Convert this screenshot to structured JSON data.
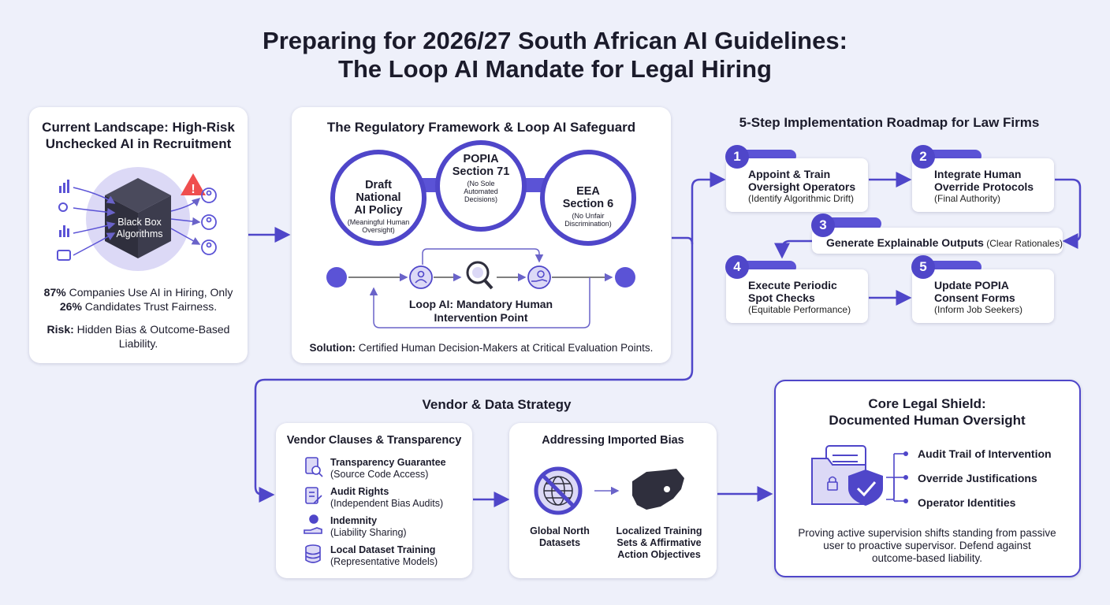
{
  "header": {
    "title_line1": "Preparing for 2026/27 South African AI Guidelines:",
    "title_line2": "The Loop AI Mandate for Legal Hiring"
  },
  "landscape": {
    "title_line1": "Current Landscape: High-Risk",
    "title_line2": "Unchecked AI in Recruitment",
    "black_box_line1": "Black Box",
    "black_box_line2": "Algorithms",
    "stat1_pct": "87%",
    "stat1_text": " Companies Use AI in Hiring, Only",
    "stat2_pct": "26%",
    "stat2_text": " Candidates Trust Fairness.",
    "risk_label": "Risk:",
    "risk_text_line1": " Hidden Bias & Outcome-Based",
    "risk_text_line2": "Liability."
  },
  "framework": {
    "title": "The Regulatory Framework & Loop AI Safeguard",
    "circle1_line1": "Draft",
    "circle1_line2": "National",
    "circle1_line3": "AI Policy",
    "circle1_sub1": "(Meaningful Human",
    "circle1_sub2": "Oversight)",
    "circle2_line1": "POPIA",
    "circle2_line2": "Section 71",
    "circle2_sub1": "(No Sole",
    "circle2_sub2": "Automated",
    "circle2_sub3": "Decisions)",
    "circle3_line1": "EEA",
    "circle3_line2": "Section 6",
    "circle3_sub1": "(No Unfair",
    "circle3_sub2": "Discrimination)",
    "loop_line1": "Loop AI: Mandatory Human",
    "loop_line2": "Intervention Point",
    "solution_label": "Solution:",
    "solution_text": " Certified Human Decision-Makers at Critical Evaluation Points."
  },
  "roadmap": {
    "title": "5-Step Implementation Roadmap for Law Firms",
    "steps": [
      {
        "num": "1",
        "t1": "Appoint & Train",
        "t2": "Oversight Operators",
        "sub": "(Identify Algorithmic Drift)"
      },
      {
        "num": "2",
        "t1": "Integrate Human",
        "t2": "Override Protocols",
        "sub": "(Final Authority)"
      },
      {
        "num": "3",
        "t1": "Generate Explainable Outputs",
        "t2": "",
        "sub": " (Clear Rationales)"
      },
      {
        "num": "4",
        "t1": "Execute Periodic",
        "t2": "Spot Checks",
        "sub": "(Equitable Performance)"
      },
      {
        "num": "5",
        "t1": "Update POPIA",
        "t2": "Consent Forms",
        "sub": "(Inform Job Seekers)"
      }
    ]
  },
  "vendor": {
    "title": "Vendor & Data Strategy",
    "clauses_title": "Vendor Clauses & Transparency",
    "items": [
      {
        "t": "Transparency Guarantee",
        "s": "(Source Code Access)",
        "icon": "document-search-icon"
      },
      {
        "t": "Audit Rights",
        "s": "(Independent Bias Audits)",
        "icon": "audit-document-icon"
      },
      {
        "t": "Indemnity",
        "s": "(Liability Sharing)",
        "icon": "hand-coin-icon"
      },
      {
        "t": "Local Dataset Training",
        "s": "(Representative Models)",
        "icon": "database-icon"
      }
    ],
    "bias_title": "Addressing Imported Bias",
    "global_line1": "Global North",
    "global_line2": "Datasets",
    "local_line1": "Localized Training",
    "local_line2": "Sets & Affirmative",
    "local_line3": "Action Objectives"
  },
  "shield": {
    "title_line1": "Core Legal Shield:",
    "title_line2": "Documented Human Oversight",
    "items": [
      "Audit Trail of Intervention",
      "Override Justifications",
      "Operator Identities"
    ],
    "desc_line1": "Proving active supervision shifts standing from passive",
    "desc_line2": "user to proactive supervisor. Defend against",
    "desc_line3": "outcome-based liability."
  },
  "colors": {
    "accent": "#4f46c9",
    "accent_light": "#d9d6f7",
    "background": "#eef0fa"
  }
}
